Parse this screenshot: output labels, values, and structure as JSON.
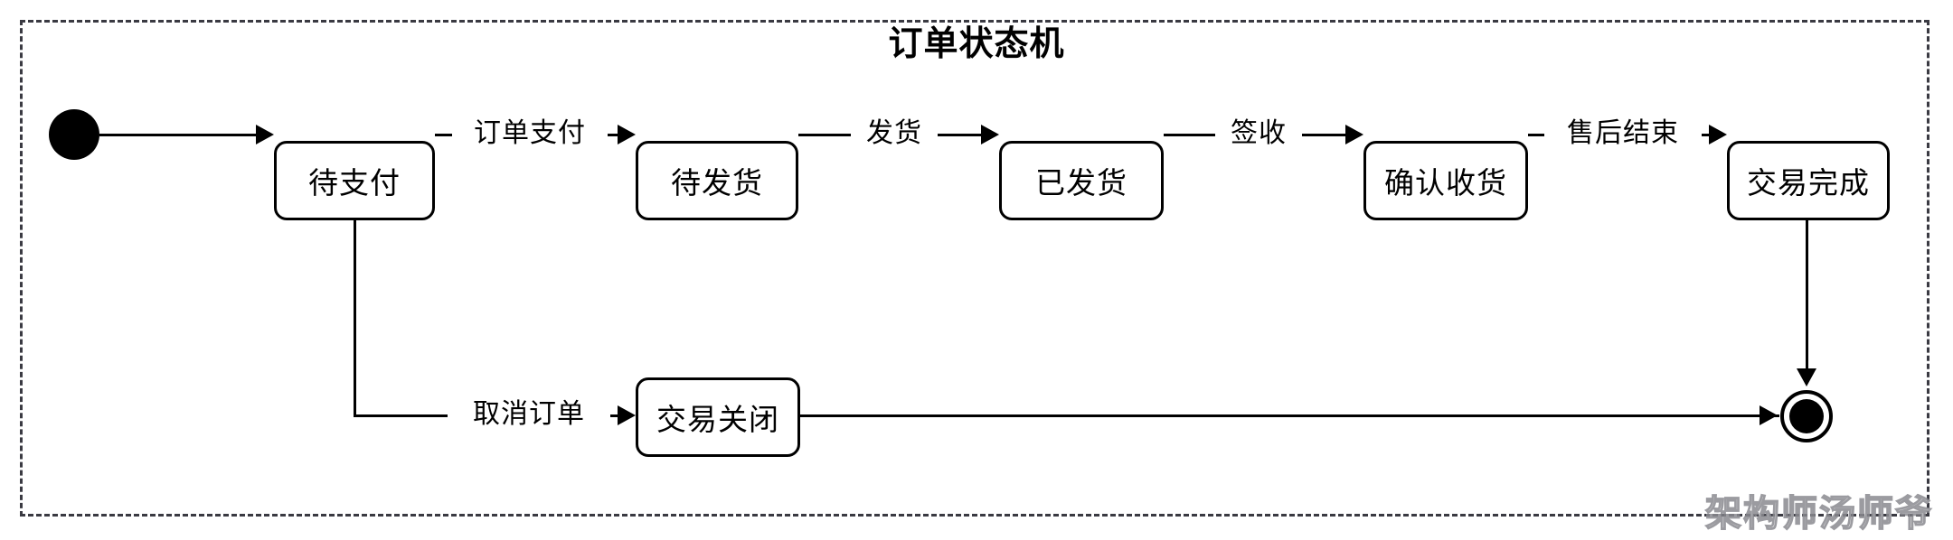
{
  "diagram": {
    "title": "订单状态机",
    "frame_style": "dashed",
    "border_color": "#3a3a42",
    "line_color": "#000000",
    "background": "#ffffff"
  },
  "states": {
    "initial": {
      "name": "initial-state",
      "label": ""
    },
    "pending_payment": {
      "label": "待支付"
    },
    "pending_shipment": {
      "label": "待发货"
    },
    "shipped": {
      "label": "已发货"
    },
    "confirm_receipt": {
      "label": "确认收货"
    },
    "transaction_complete": {
      "label": "交易完成"
    },
    "transaction_closed": {
      "label": "交易关闭"
    },
    "final": {
      "name": "final-state",
      "label": ""
    }
  },
  "transitions": {
    "order_paid": {
      "label": "订单支付"
    },
    "ship": {
      "label": "发货"
    },
    "sign_for": {
      "label": "签收"
    },
    "after_sales_end": {
      "label": "售后结束"
    },
    "cancel_order": {
      "label": "取消订单"
    }
  },
  "watermark": {
    "text": "架构师汤师爷"
  }
}
